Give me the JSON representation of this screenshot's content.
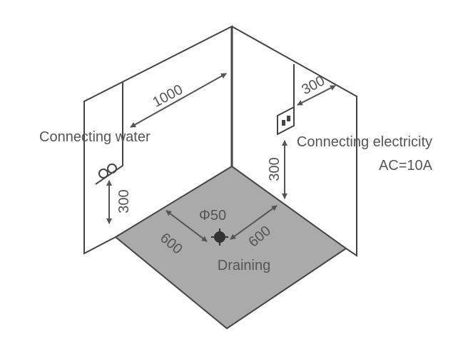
{
  "labels": {
    "water": "Connecting water",
    "electricity": "Connecting electricity",
    "power": "AC=10A",
    "drain": "Draining",
    "drain_diameter": "Φ50"
  },
  "dimensions": {
    "water_width": "1000",
    "water_height": "300",
    "elec_offset": "300",
    "elec_height": "300",
    "drain_left": "600",
    "drain_right": "600"
  },
  "colors": {
    "line": "#444444",
    "floor": "#aaaaaa",
    "text": "#555555"
  }
}
